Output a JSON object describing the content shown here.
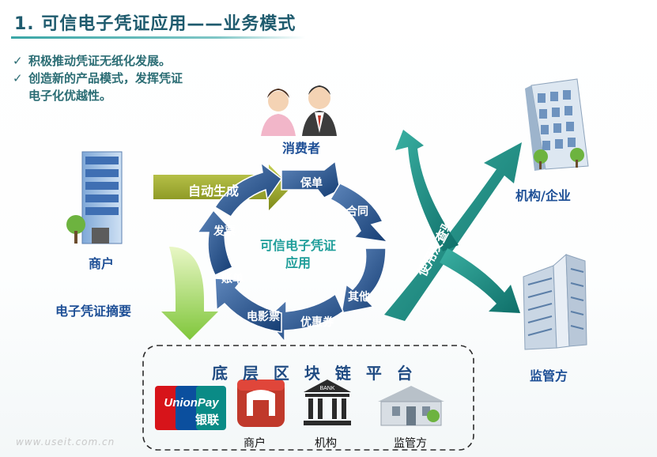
{
  "title": "1. 可信电子凭证应用——业务模式",
  "bullets": [
    "积极推动凭证无纸化发展。",
    "创造新的产品模式，发挥凭证",
    "电子化优越性。"
  ],
  "nodes": {
    "consumer": "消费者",
    "merchant": "商户",
    "institution": "机构/企业",
    "regulator": "监管方"
  },
  "auto_generate": "自动生成",
  "summary": "电子凭证摘要",
  "center": {
    "line1": "可信电子凭证",
    "line2": "应用"
  },
  "cycle_items": [
    "保单",
    "合同",
    "其他",
    "优惠券",
    "电影票",
    "账单",
    "发票"
  ],
  "use_verify": "使用及查验",
  "platform": {
    "title": "底 层 区 块 链 平 台",
    "items": [
      "商户",
      "机构",
      "监管方"
    ],
    "unionpay_en": "UnionPay",
    "unionpay_cn": "银联",
    "bank_text": "BANK"
  },
  "watermark": "www.useit.com.cn",
  "colors": {
    "teal": "#1f8c84",
    "navy": "#1f4a82",
    "olive": "#9aa82c",
    "green": "#8fcf3e",
    "label": "#1e4f96"
  }
}
